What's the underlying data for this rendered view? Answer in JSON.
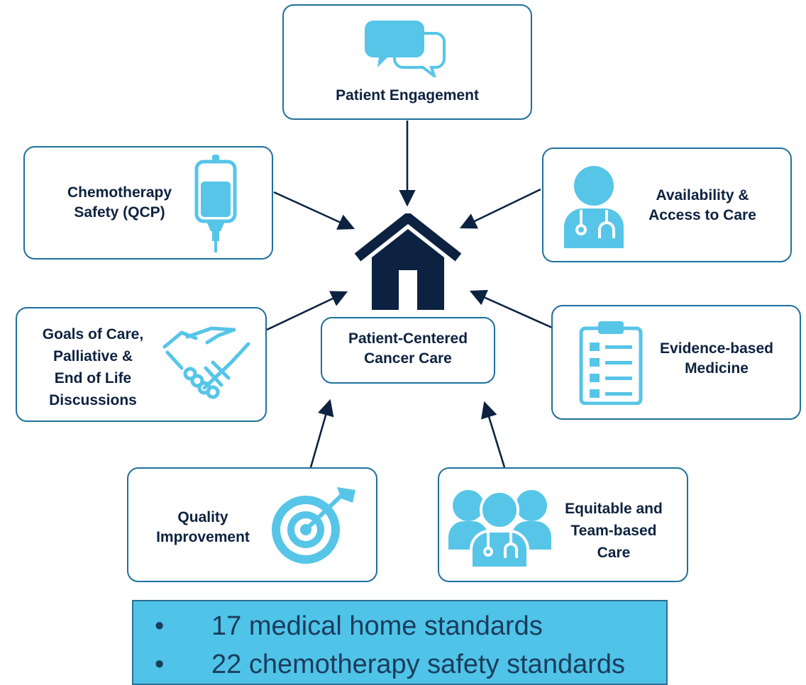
{
  "center": {
    "lines": [
      "Patient-Centered",
      "Cancer Care"
    ]
  },
  "nodes": {
    "patient_engagement": {
      "lines": [
        "Patient Engagement"
      ],
      "icon": "chat-bubbles-icon"
    },
    "chemotherapy_safety": {
      "lines": [
        "Chemotherapy",
        "Safety (QCP)"
      ],
      "icon": "iv-bag-icon"
    },
    "availability_access": {
      "lines": [
        "Availability &",
        "Access to Care"
      ],
      "icon": "doctor-icon"
    },
    "goals_of_care": {
      "lines": [
        "Goals of Care,",
        "Palliative &",
        "End of Life",
        "Discussions"
      ],
      "icon": "handshake-icon"
    },
    "evidence_based": {
      "lines": [
        "Evidence-based",
        "Medicine"
      ],
      "icon": "clipboard-checklist-icon"
    },
    "quality_improvement": {
      "lines": [
        "Quality",
        "Improvement"
      ],
      "icon": "target-icon"
    },
    "equitable_team": {
      "lines": [
        "Equitable and",
        "Team-based",
        "Care"
      ],
      "icon": "team-icon"
    }
  },
  "center_icon": "house-icon",
  "summary": {
    "bullet": "•",
    "items": [
      "17 medical home standards",
      "22 chemotherapy safety standards"
    ]
  },
  "colors": {
    "box_border": "#1f6f9c",
    "icon_fill": "#56c5e8",
    "text": "#0d2240",
    "arrow": "#0d2240",
    "panel_bg": "#4fc3e8"
  }
}
